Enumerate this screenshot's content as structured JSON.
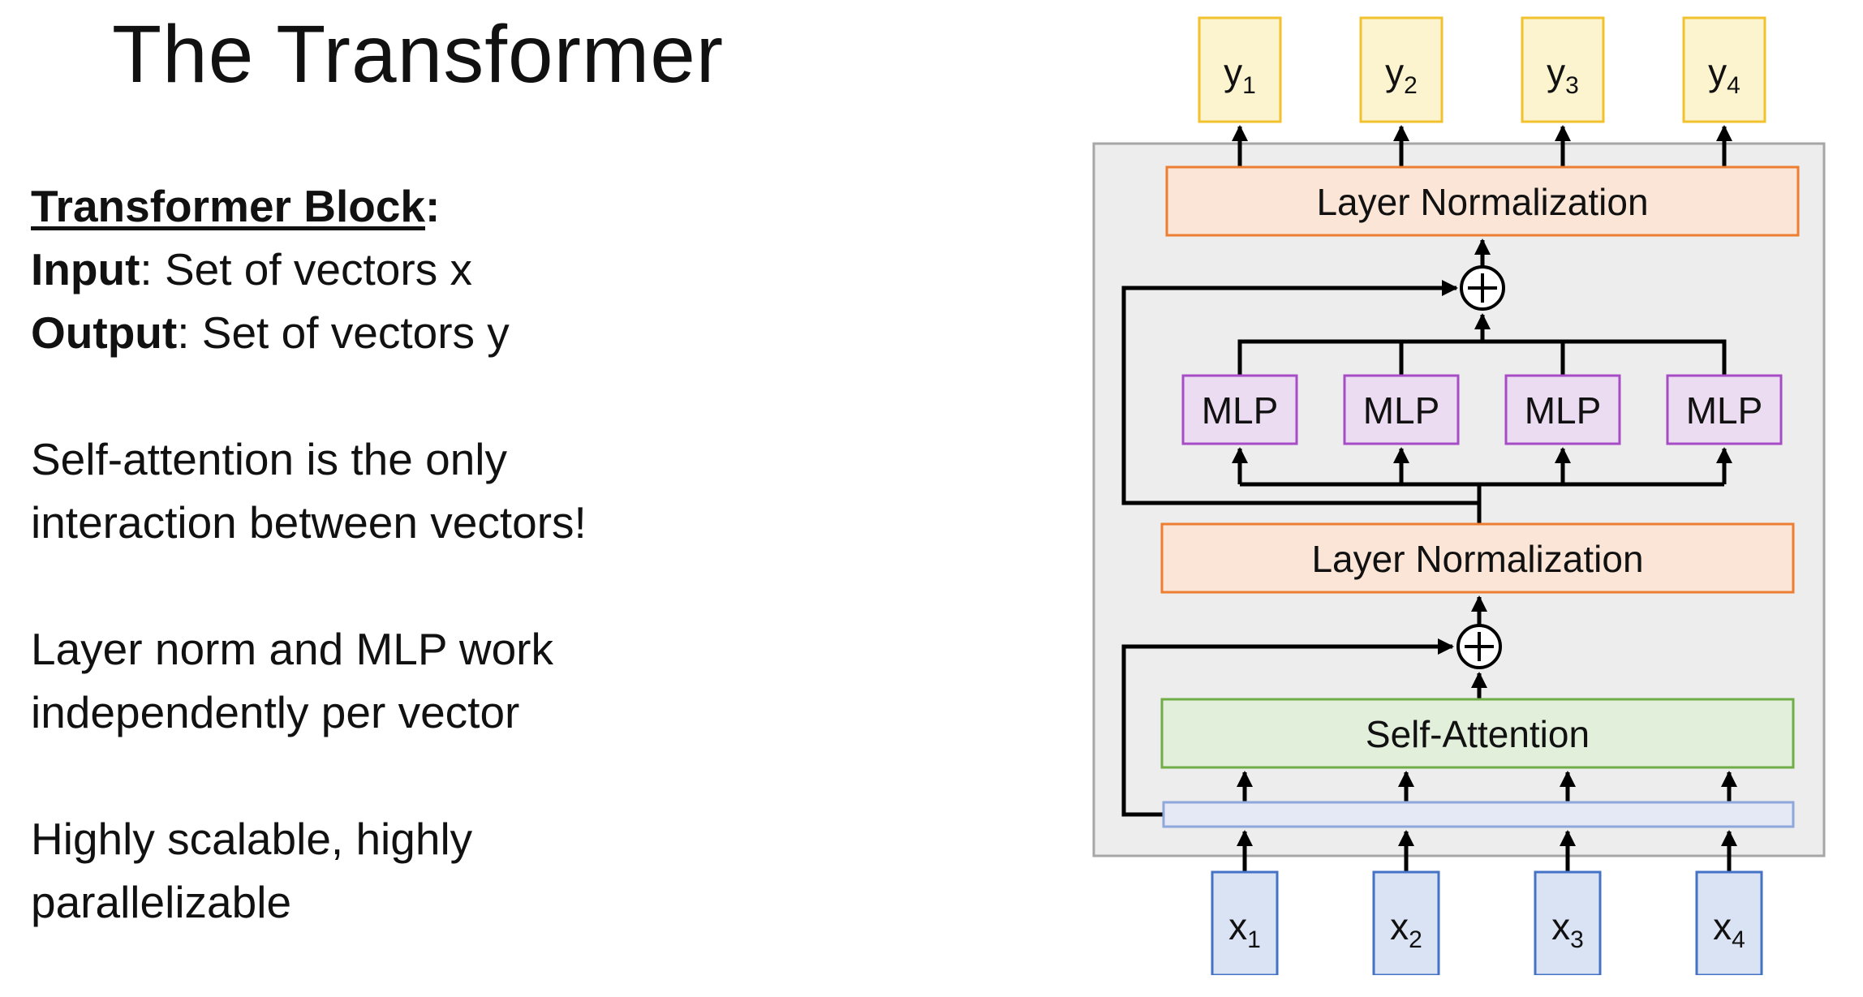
{
  "title": "The Transformer",
  "block": {
    "heading": "Transformer Block",
    "heading_colon": ":",
    "input_label": "Input",
    "input_text": ": Set of vectors x",
    "output_label": "Output",
    "output_text": ": Set of vectors y"
  },
  "notes": {
    "note1_line1": "Self-attention is the only",
    "note1_line2": "interaction between vectors!",
    "note2_line1": "Layer norm and MLP work",
    "note2_line2": "independently per vector",
    "note3_line1": "Highly scalable, highly",
    "note3_line2": "parallelizable"
  },
  "diagram": {
    "outputs": [
      "y",
      "y",
      "y",
      "y"
    ],
    "output_subscripts": [
      "1",
      "2",
      "3",
      "4"
    ],
    "layer_norm_top": "Layer Normalization",
    "mlps": [
      "MLP",
      "MLP",
      "MLP",
      "MLP"
    ],
    "layer_norm_bottom": "Layer Normalization",
    "self_attention": "Self-Attention",
    "inputs": [
      "x",
      "x",
      "x",
      "x"
    ],
    "input_subscripts": [
      "1",
      "2",
      "3",
      "4"
    ],
    "plus_symbol": "+"
  },
  "colors": {
    "output_fill": "#fcf3cf",
    "output_stroke": "#f2c12e",
    "layernorm_fill": "#fbe5d6",
    "layernorm_stroke": "#ed7d31",
    "mlp_fill": "#ecdcf1",
    "mlp_stroke": "#a64dc6",
    "attention_fill": "#e2efda",
    "attention_stroke": "#70ad47",
    "input_fill": "#dae3f3",
    "input_stroke": "#4472c4",
    "block_fill": "#ededed",
    "block_stroke": "#a6a6a6"
  }
}
